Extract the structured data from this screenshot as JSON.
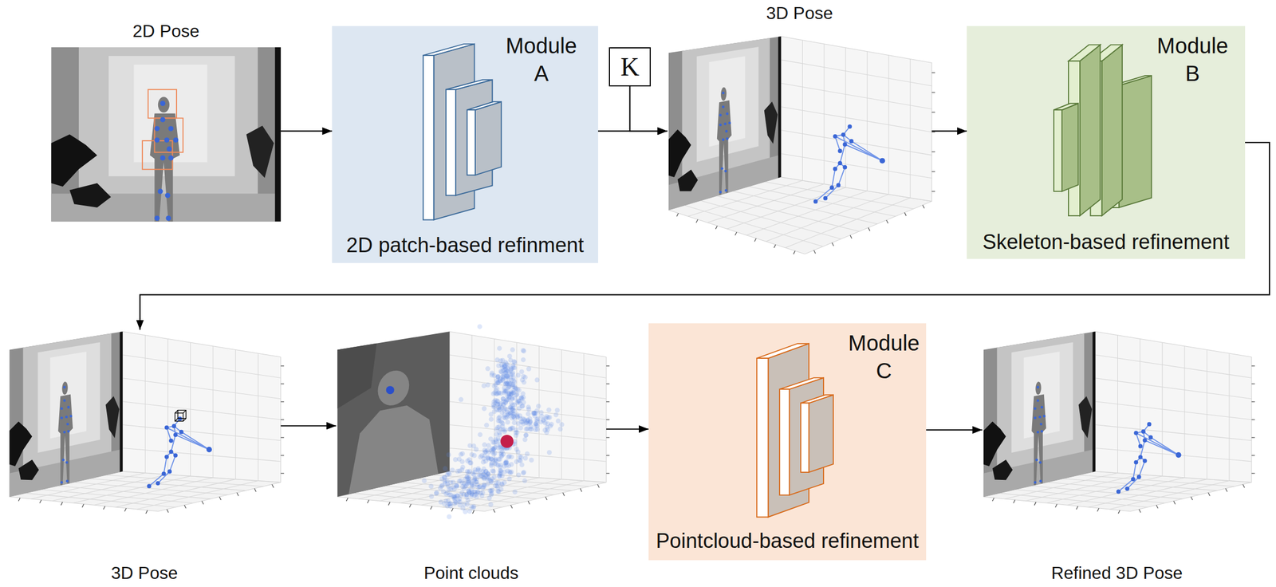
{
  "diagram": {
    "nodes": [
      {
        "text": [
          "2D Pose"
        ]
      },
      {
        "text": [
          "Module A",
          "2D patch-based refinment"
        ]
      },
      {
        "text": [
          "K"
        ]
      },
      {
        "text": [
          "3D Pose"
        ]
      },
      {
        "text": [
          "Module B",
          "Skeleton-based refinement"
        ]
      },
      {
        "text": [
          "3D Pose"
        ]
      },
      {
        "text": [
          "Point clouds"
        ]
      },
      {
        "text": [
          "Module C",
          "Pointcloud-based refinement"
        ]
      },
      {
        "text": [
          "Refined 3D Pose"
        ]
      }
    ],
    "edges": [
      {
        "from": 0,
        "to": 1,
        "arrow": "to"
      },
      {
        "from": 1,
        "to": 3,
        "arrow": "to"
      },
      {
        "from": 2,
        "to": 3,
        "arrow": "to"
      },
      {
        "from": 3,
        "to": 4,
        "arrow": "to"
      },
      {
        "from": 4,
        "to": 5,
        "arrow": "to"
      },
      {
        "from": 5,
        "to": 6,
        "arrow": "to"
      },
      {
        "from": 6,
        "to": 7,
        "arrow": "to"
      },
      {
        "from": 7,
        "to": 8,
        "arrow": "to"
      }
    ]
  }
}
